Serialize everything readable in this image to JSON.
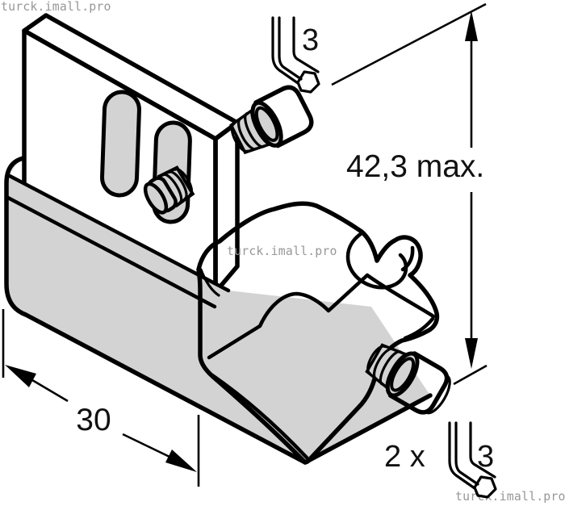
{
  "drawing": {
    "title": "mounting-bracket-dimension-drawing",
    "dimensions": {
      "height_label": "42,3 max.",
      "width_label": "30",
      "top_wrench_size": "3",
      "bottom_screw_count": "2 x",
      "bottom_wrench_size": "3"
    },
    "watermark": {
      "text": "turck.imall.pro"
    },
    "icons": {
      "hex_key_top": "allen-key-3mm",
      "hex_key_bottom": "allen-key-3mm"
    },
    "colors": {
      "body_fill": "#d3d3d3",
      "line": "#000000",
      "watermark": "#979797",
      "background": "#ffffff"
    }
  }
}
